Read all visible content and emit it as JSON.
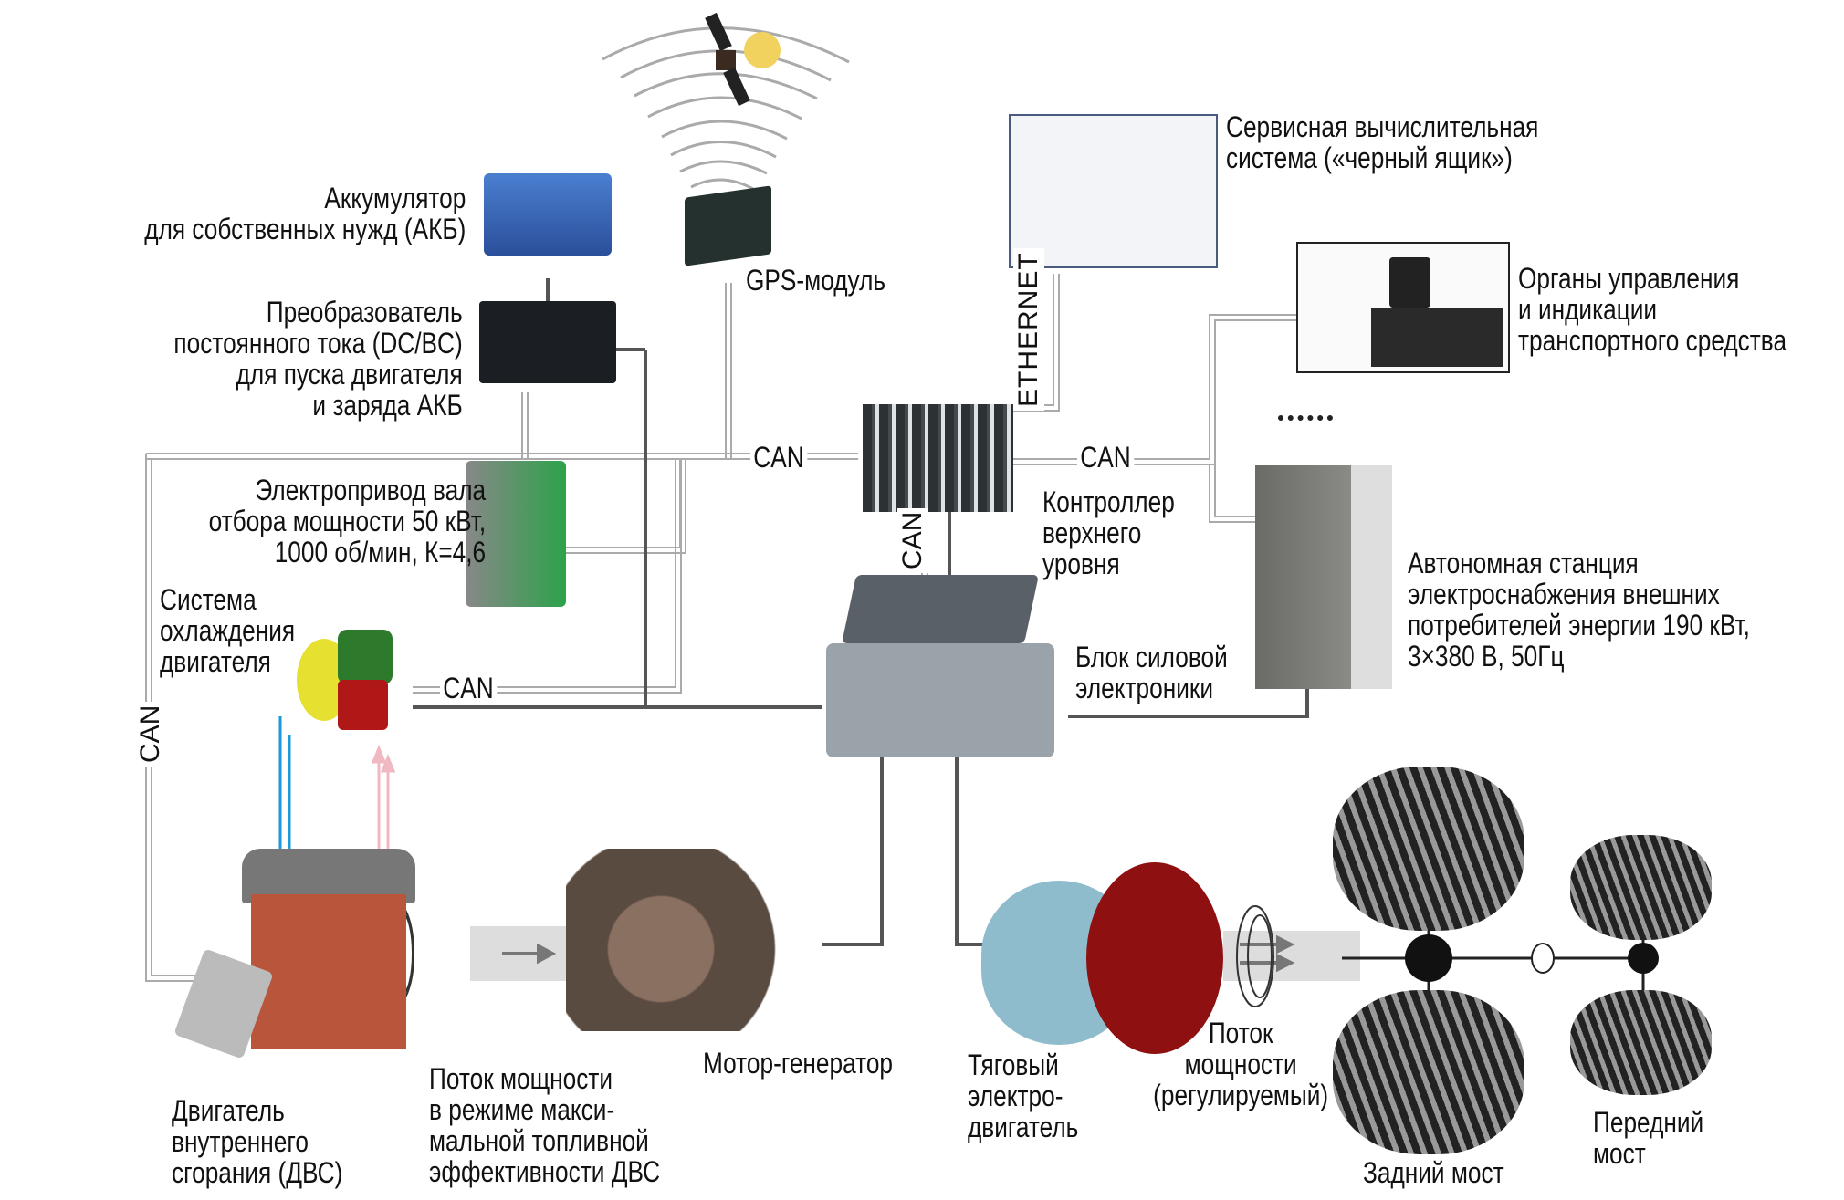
{
  "diagram": {
    "title": "",
    "components": {
      "battery": {
        "label": "Аккумулятор\nдля собственных нужд (АКБ)",
        "icon": "battery-icon"
      },
      "dc_converter": {
        "label": "Преобразователь\nпостоянного тока (DC/BC)\nдля пуска двигателя\nи заряда АКБ",
        "icon": "dc-converter-icon"
      },
      "pto_drive": {
        "label": "Электропривод вала\nотбора мощности 50 кВт,\n1000 об/мин, К=4,6",
        "icon": "pto-drive-icon"
      },
      "cooling": {
        "label": "Система\nохлаждения\nдвигателя",
        "icon": "cooling-fan-icon"
      },
      "gps": {
        "label": "GPS-модуль",
        "icon": "gps-module-icon"
      },
      "satellite": {
        "icon": "satellite-icon"
      },
      "service_pc": {
        "label": "Сервисная вычислительная\nсистема («черный ящик»)",
        "icon": "service-computer-icon"
      },
      "controls": {
        "label": "Органы управления\nи индикации\nтранспортного средства",
        "icon": "control-panel-icon"
      },
      "controller": {
        "label": "Контроллер\nверхнего\nуровня",
        "icon": "plc-controller-icon"
      },
      "power_station": {
        "label": "Автономная станция\nэлектроснабжения внешних\nпотребителей энергии 190 кВт,\n3×380 В, 50Гц",
        "icon": "power-station-icon"
      },
      "power_electronics": {
        "label": "Блок силовой\nэлектроники",
        "icon": "power-electronics-icon"
      },
      "engine": {
        "label": "Двигатель\nвнутреннего\nсгорания (ДВС)",
        "icon": "engine-icon"
      },
      "power_flow_max": {
        "label": "Поток мощности\nв режиме макси-\nмальной топливной\nэффективности ДВС"
      },
      "motor_generator": {
        "label": "Мотор-генератор",
        "icon": "motor-generator-icon"
      },
      "traction_motor": {
        "label": "Тяговый\nэлектро-\nдвигатель",
        "icon": "traction-motor-icon"
      },
      "power_flow_reg": {
        "label": "Поток\nмощности\n(регулируемый)"
      },
      "rear_axle": {
        "label": "Задний мост",
        "icon": "wheel-icon"
      },
      "front_axle": {
        "label": "Передний\nмост",
        "icon": "wheel-icon"
      }
    },
    "bus_labels": {
      "can_gps": "CAN",
      "can_station": "CAN",
      "can_vertical": "CAN",
      "can_cooling": "CAN",
      "can_left": "CAN",
      "ethernet": "ETHERNET"
    },
    "colors": {
      "wire": "#9a9a9a",
      "power_line": "#555555",
      "coolant_in": "#1a9ad6",
      "coolant_out": "#f0b8c0",
      "flow_band": "#d8d8d8"
    }
  }
}
